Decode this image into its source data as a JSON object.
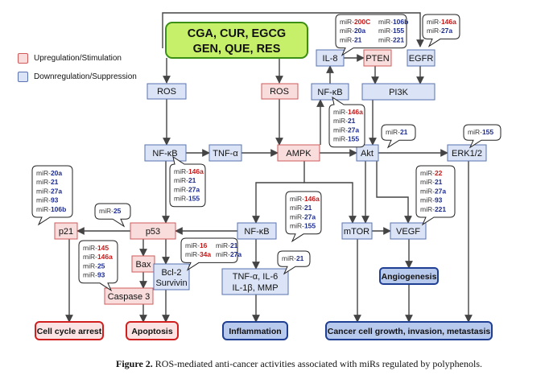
{
  "legend": {
    "up": {
      "label": "Upregulation/Stimulation",
      "color": "#f9dcdc"
    },
    "down": {
      "label": "Downregulation/Suppression",
      "color": "#dbe4f6"
    }
  },
  "nodes": {
    "polyphenols_line1": "CGA, CUR, EGCG",
    "polyphenols_line2": "GEN, QUE, RES",
    "ros_left": "ROS",
    "ros_right": "ROS",
    "il8": "IL-8",
    "pten": "PTEN",
    "egfr": "EGFR",
    "nfkb_top": "NF-κB",
    "pi3k": "PI3K",
    "nfkb_left": "NF-κB",
    "tnfa": "TNF-α",
    "ampk": "AMPK",
    "akt": "Akt",
    "erk": "ERK1/2",
    "p21": "p21",
    "p53": "p53",
    "nfkb_mid": "NF-κB",
    "mtor": "mTOR",
    "vegf": "VEGF",
    "bax": "Bax",
    "caspase3": "Caspase 3",
    "bcl2_line1": "Bcl-2",
    "bcl2_line2": "Survivin",
    "inflam_line1": "TNF-α, IL-6",
    "inflam_line2": "IL-1β, MMP",
    "angiogenesis": "Angiogenesis",
    "cell_cycle_arrest": "Cell cycle arrest",
    "apoptosis": "Apoptosis",
    "inflammation": "Inflammation",
    "cancer_growth": "Cancer cell growth, invasion, metastasis"
  },
  "mir_prefix": "miR-",
  "mirs": {
    "pten": [
      [
        {
          "v": "200C",
          "r": "up"
        },
        {
          "v": "106b",
          "r": "down"
        }
      ],
      [
        {
          "v": "20a",
          "r": "down"
        },
        {
          "v": "155",
          "r": "down"
        }
      ],
      [
        {
          "v": "21",
          "r": "down"
        },
        {
          "v": "221",
          "r": "down"
        }
      ]
    ],
    "egfr": [
      [
        "146a",
        "up"
      ],
      [
        "27a",
        "down"
      ]
    ],
    "nfkb_top": [
      [
        "146a",
        "up"
      ],
      [
        "21",
        "down"
      ],
      [
        "27a",
        "down"
      ],
      [
        "155",
        "down"
      ]
    ],
    "akt": [
      [
        "21",
        "down"
      ]
    ],
    "erk": [
      [
        "155",
        "down"
      ]
    ],
    "nfkb_left": [
      [
        "146a",
        "up"
      ],
      [
        "21",
        "down"
      ],
      [
        "27a",
        "down"
      ],
      [
        "155",
        "down"
      ]
    ],
    "p21": [
      [
        "20a",
        "down"
      ],
      [
        "21",
        "down"
      ],
      [
        "27a",
        "down"
      ],
      [
        "93",
        "down"
      ],
      [
        "106b",
        "down"
      ]
    ],
    "p53": [
      [
        "25",
        "down"
      ]
    ],
    "nfkb_mid": [
      [
        "146a",
        "up"
      ],
      [
        "21",
        "down"
      ],
      [
        "27a",
        "down"
      ],
      [
        "155",
        "down"
      ]
    ],
    "vegf": [
      [
        "22",
        "up"
      ],
      [
        "21",
        "down"
      ],
      [
        "27a",
        "down"
      ],
      [
        "93",
        "down"
      ],
      [
        "221",
        "down"
      ]
    ],
    "caspase": [
      [
        "145",
        "up"
      ],
      [
        "146a",
        "up"
      ],
      [
        "25",
        "down"
      ],
      [
        "93",
        "down"
      ]
    ],
    "bcl2": [
      [
        {
          "v": "16",
          "r": "up"
        },
        {
          "v": "21",
          "r": "down"
        }
      ],
      [
        {
          "v": "34a",
          "r": "up"
        },
        {
          "v": "27a",
          "r": "down"
        }
      ]
    ],
    "inflam": [
      [
        "21",
        "down"
      ]
    ]
  },
  "caption": {
    "label": "Figure 2.",
    "text": "ROS-mediated anti-cancer activities associated with miRs regulated by polyphenols."
  }
}
